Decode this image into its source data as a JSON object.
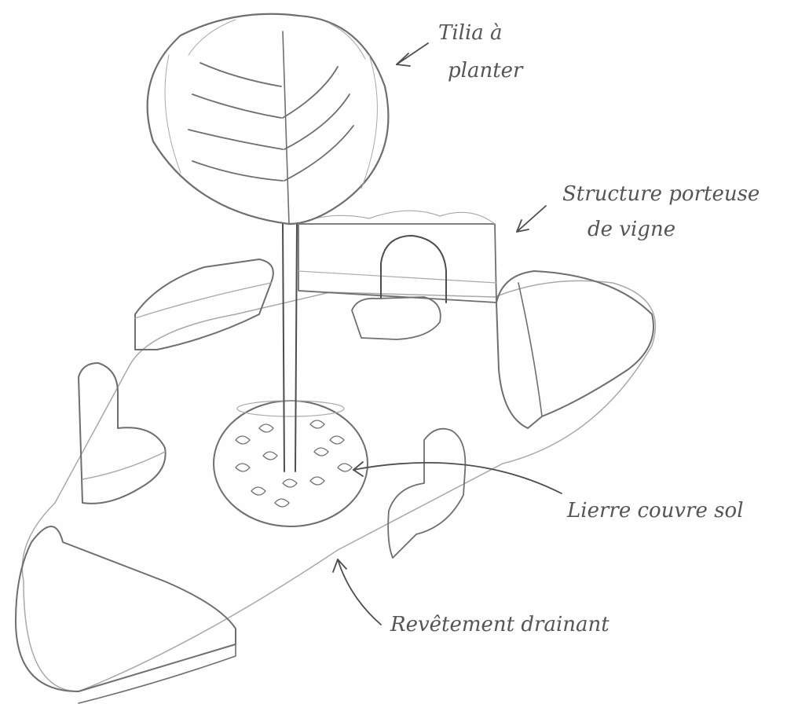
{
  "annotations": {
    "tree": {
      "line1": "Tilia à",
      "line2": "planter"
    },
    "vine_structure": {
      "line1": "Structure porteuse",
      "line2": "de vigne"
    },
    "ground_cover": {
      "text": "Lierre couvre sol"
    },
    "paving": {
      "text": "Revêtement drainant"
    }
  },
  "colors": {
    "paper": "#fefefe",
    "pencil": "#6f6f6f",
    "pencil_light": "#a9a9a9"
  }
}
